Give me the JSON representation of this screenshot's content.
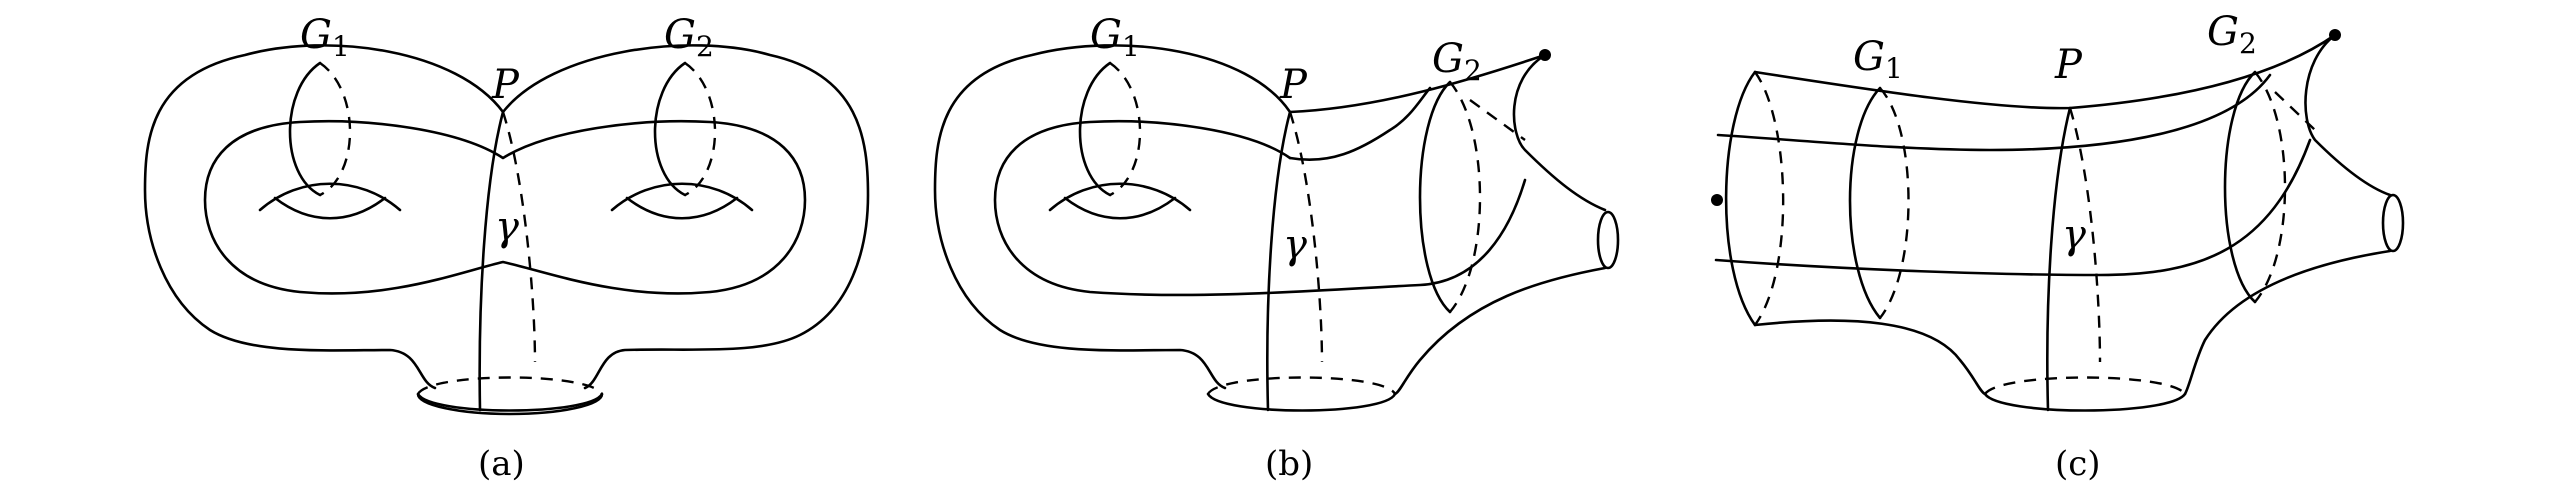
{
  "panels": [
    {
      "caption": "(a)",
      "labels": {
        "g1": "G",
        "g1_sub": "1",
        "p": "P",
        "g2": "G",
        "g2_sub": "2",
        "gamma": "γ"
      }
    },
    {
      "caption": "(b)",
      "labels": {
        "g1": "G",
        "g1_sub": "1",
        "p": "P",
        "g2": "G",
        "g2_sub": "2",
        "gamma": "γ"
      }
    },
    {
      "caption": "(c)",
      "labels": {
        "g1": "G",
        "g1_sub": "1",
        "p": "P",
        "g2": "G",
        "g2_sub": "2",
        "gamma": "γ"
      }
    }
  ]
}
